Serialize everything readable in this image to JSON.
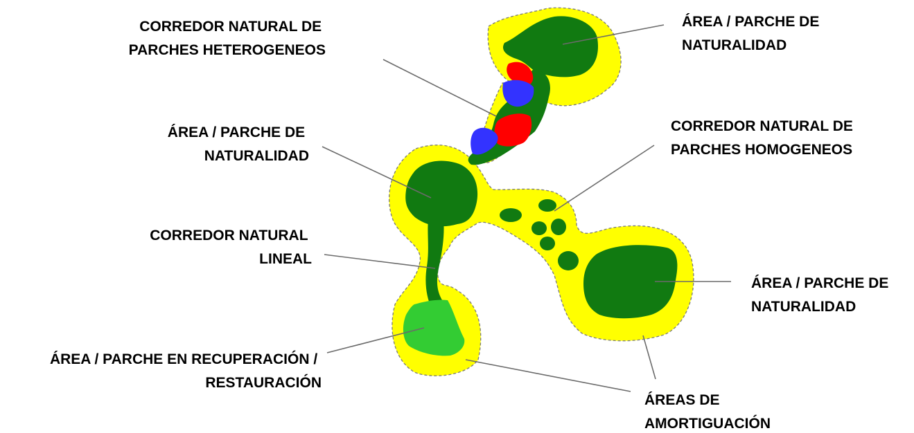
{
  "colors": {
    "buffer_zone": "#ffff00",
    "natural_patch": "#117a11",
    "recovery_patch": "#33cc33",
    "heterogeneous_red": "#ff0000",
    "heterogeneous_blue": "#3333ff"
  },
  "labels": {
    "corridor_heterogeneous": [
      "CORREDOR NATURAL DE",
      "PARCHES HETEROGENEOS"
    ],
    "patch_top_right": [
      "ÁREA / PARCHE DE",
      "NATURALIDAD"
    ],
    "patch_left": [
      "ÁREA / PARCHE DE",
      "NATURALIDAD"
    ],
    "corridor_homogeneous": [
      "CORREDOR NATURAL DE",
      "PARCHES HOMOGENEOS"
    ],
    "corridor_linear": [
      "CORREDOR NATURAL",
      "LINEAL"
    ],
    "patch_bottom_right": [
      "ÁREA / PARCHE DE",
      "NATURALIDAD"
    ],
    "patch_recovery": [
      "ÁREA / PARCHE EN RECUPERACIÓN /",
      "RESTAURACIÓN"
    ],
    "buffer_areas": [
      "ÁREAS DE",
      "AMORTIGUACIÓN"
    ]
  }
}
